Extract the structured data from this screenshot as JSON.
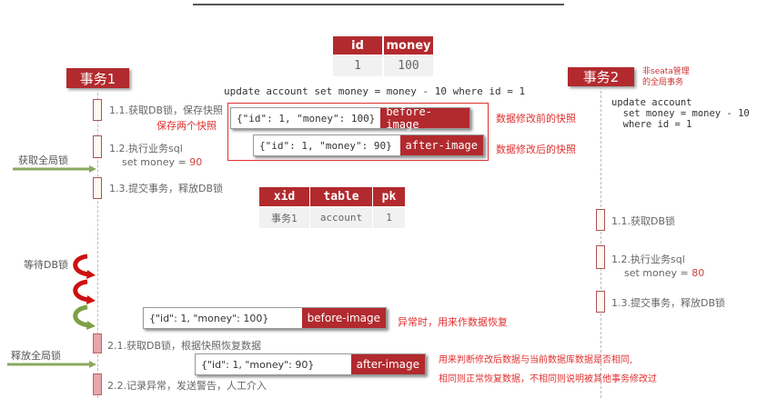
{
  "account_table": {
    "headers": [
      "id",
      "money"
    ],
    "row": [
      "1",
      "100"
    ]
  },
  "tx1": {
    "label": "事务1",
    "steps": [
      "1.1.获取DB锁，保存快照",
      "1.2.执行业务sql\n    set money = ",
      "1.3.提交事务，释放DB锁"
    ],
    "set_value": "90"
  },
  "tx2": {
    "label": "事务2",
    "note": "非seata管理\n的全局事务",
    "sql": "update account\n  set money = money - 10\n  where id = 1",
    "steps": [
      "1.1.获取DB锁",
      "1.2.执行业务sql\n    set money = ",
      "1.3.提交事务，释放DB锁"
    ],
    "set_value": "80"
  },
  "update_sql": "update account set money = money - 10 where id = 1",
  "save_two": "保存两个快照",
  "before_image": {
    "json": "{\"id\": 1, \"money\": 100}",
    "label": "before-image",
    "note": "数据修改前的快照"
  },
  "after_image": {
    "json": "{\"id\": 1, \"money\": 90}",
    "label": "after-image",
    "note": "数据修改后的快照"
  },
  "lock_table": {
    "headers": [
      "xid",
      "table",
      "pk"
    ],
    "row": [
      "事务1",
      "account",
      "1"
    ]
  },
  "left_labels": {
    "acquire_global": "获取全局锁",
    "wait_db": "等待DB锁",
    "release_global": "释放全局锁"
  },
  "rollback": {
    "before_note": "异常时，用来作数据恢复",
    "step21": "2.1.获取DB锁，根据快照恢复数据",
    "after_note1": "用来判断修改后数据与当前数据库数据是否相同,",
    "after_note2": "相同则正常恢复数据，不相同则说明被其他事务修改过",
    "step22": "2.2.记录异常，发送警告，人工介入"
  },
  "colors": {
    "accent": "#b22a2e",
    "note_red": "#e03030",
    "green_arrow": "#8aa860"
  }
}
